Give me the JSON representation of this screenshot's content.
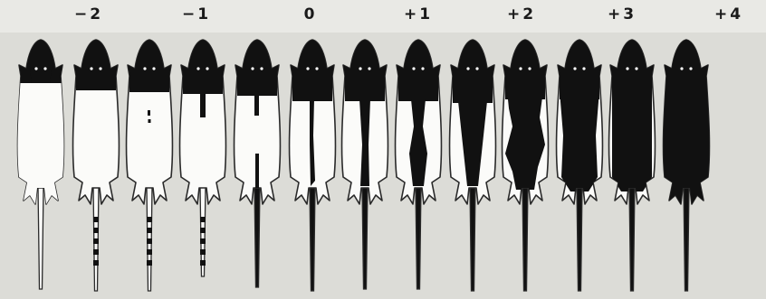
{
  "plate": {
    "grade_labels": [
      "−2",
      "−1",
      "0",
      "+1",
      "+2",
      "+3",
      "+4"
    ]
  },
  "figures": [
    {
      "pigment": "head"
    },
    {
      "pigment": "hood-short"
    },
    {
      "pigment": "hood-notch"
    },
    {
      "pigment": "hood-line"
    },
    {
      "pigment": "hood-broken-stripe"
    },
    {
      "pigment": "hood-thin-stripe"
    },
    {
      "pigment": "hood-stripe"
    },
    {
      "pigment": "hood-wide-stripe"
    },
    {
      "pigment": "hood-broad-stripe"
    },
    {
      "pigment": "irregular-body"
    },
    {
      "pigment": "mostly-dark"
    },
    {
      "pigment": "nearly-all-dark"
    },
    {
      "pigment": "all-dark"
    }
  ],
  "colors": {
    "background": "#dcdcd7",
    "header": "#e9e9e5",
    "pigment": "#111111",
    "outline": "#2a2a2a",
    "fur_white": "#fbfbf9"
  }
}
